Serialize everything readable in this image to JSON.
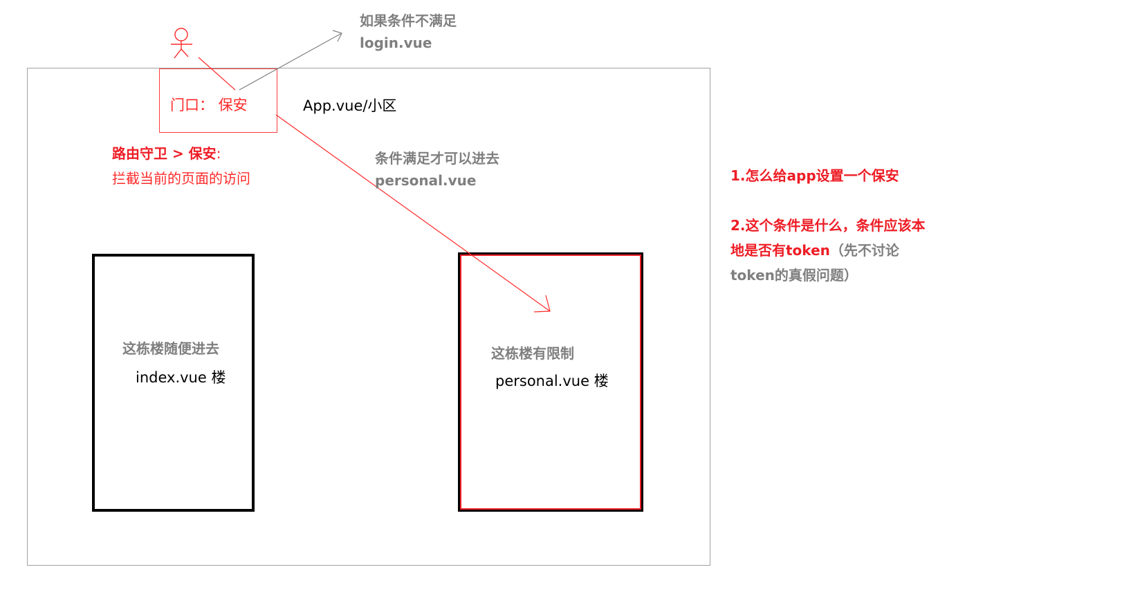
{
  "top_note": {
    "line1": "如果条件不满足",
    "line2": "login.vue"
  },
  "gate": {
    "label": "门口：  保安"
  },
  "community_label": "App.vue/小区",
  "route_guard": {
    "title_main": "路由守卫 > 保安",
    "title_colon": ":",
    "desc": "拦截当前的页面的访问"
  },
  "condition_note": {
    "line1": "条件满足才可以进去",
    "line2": "personal.vue"
  },
  "index_building": {
    "note": "这栋楼随便进去",
    "label": "index.vue 楼"
  },
  "personal_building": {
    "note": "这栋楼有限制",
    "label": "personal.vue 楼"
  },
  "questions": {
    "q1": "1.怎么给app设置一个保安",
    "q2_line1": "2.这个条件是什么，条件应该本",
    "q2_line2_red": "地是否有token",
    "q2_line2_gray": "（先不讨论",
    "q2_line3": "token的真假问题）"
  },
  "colors": {
    "red": "#ee1c25",
    "gray": "#7f7f7f",
    "black": "#000000"
  }
}
